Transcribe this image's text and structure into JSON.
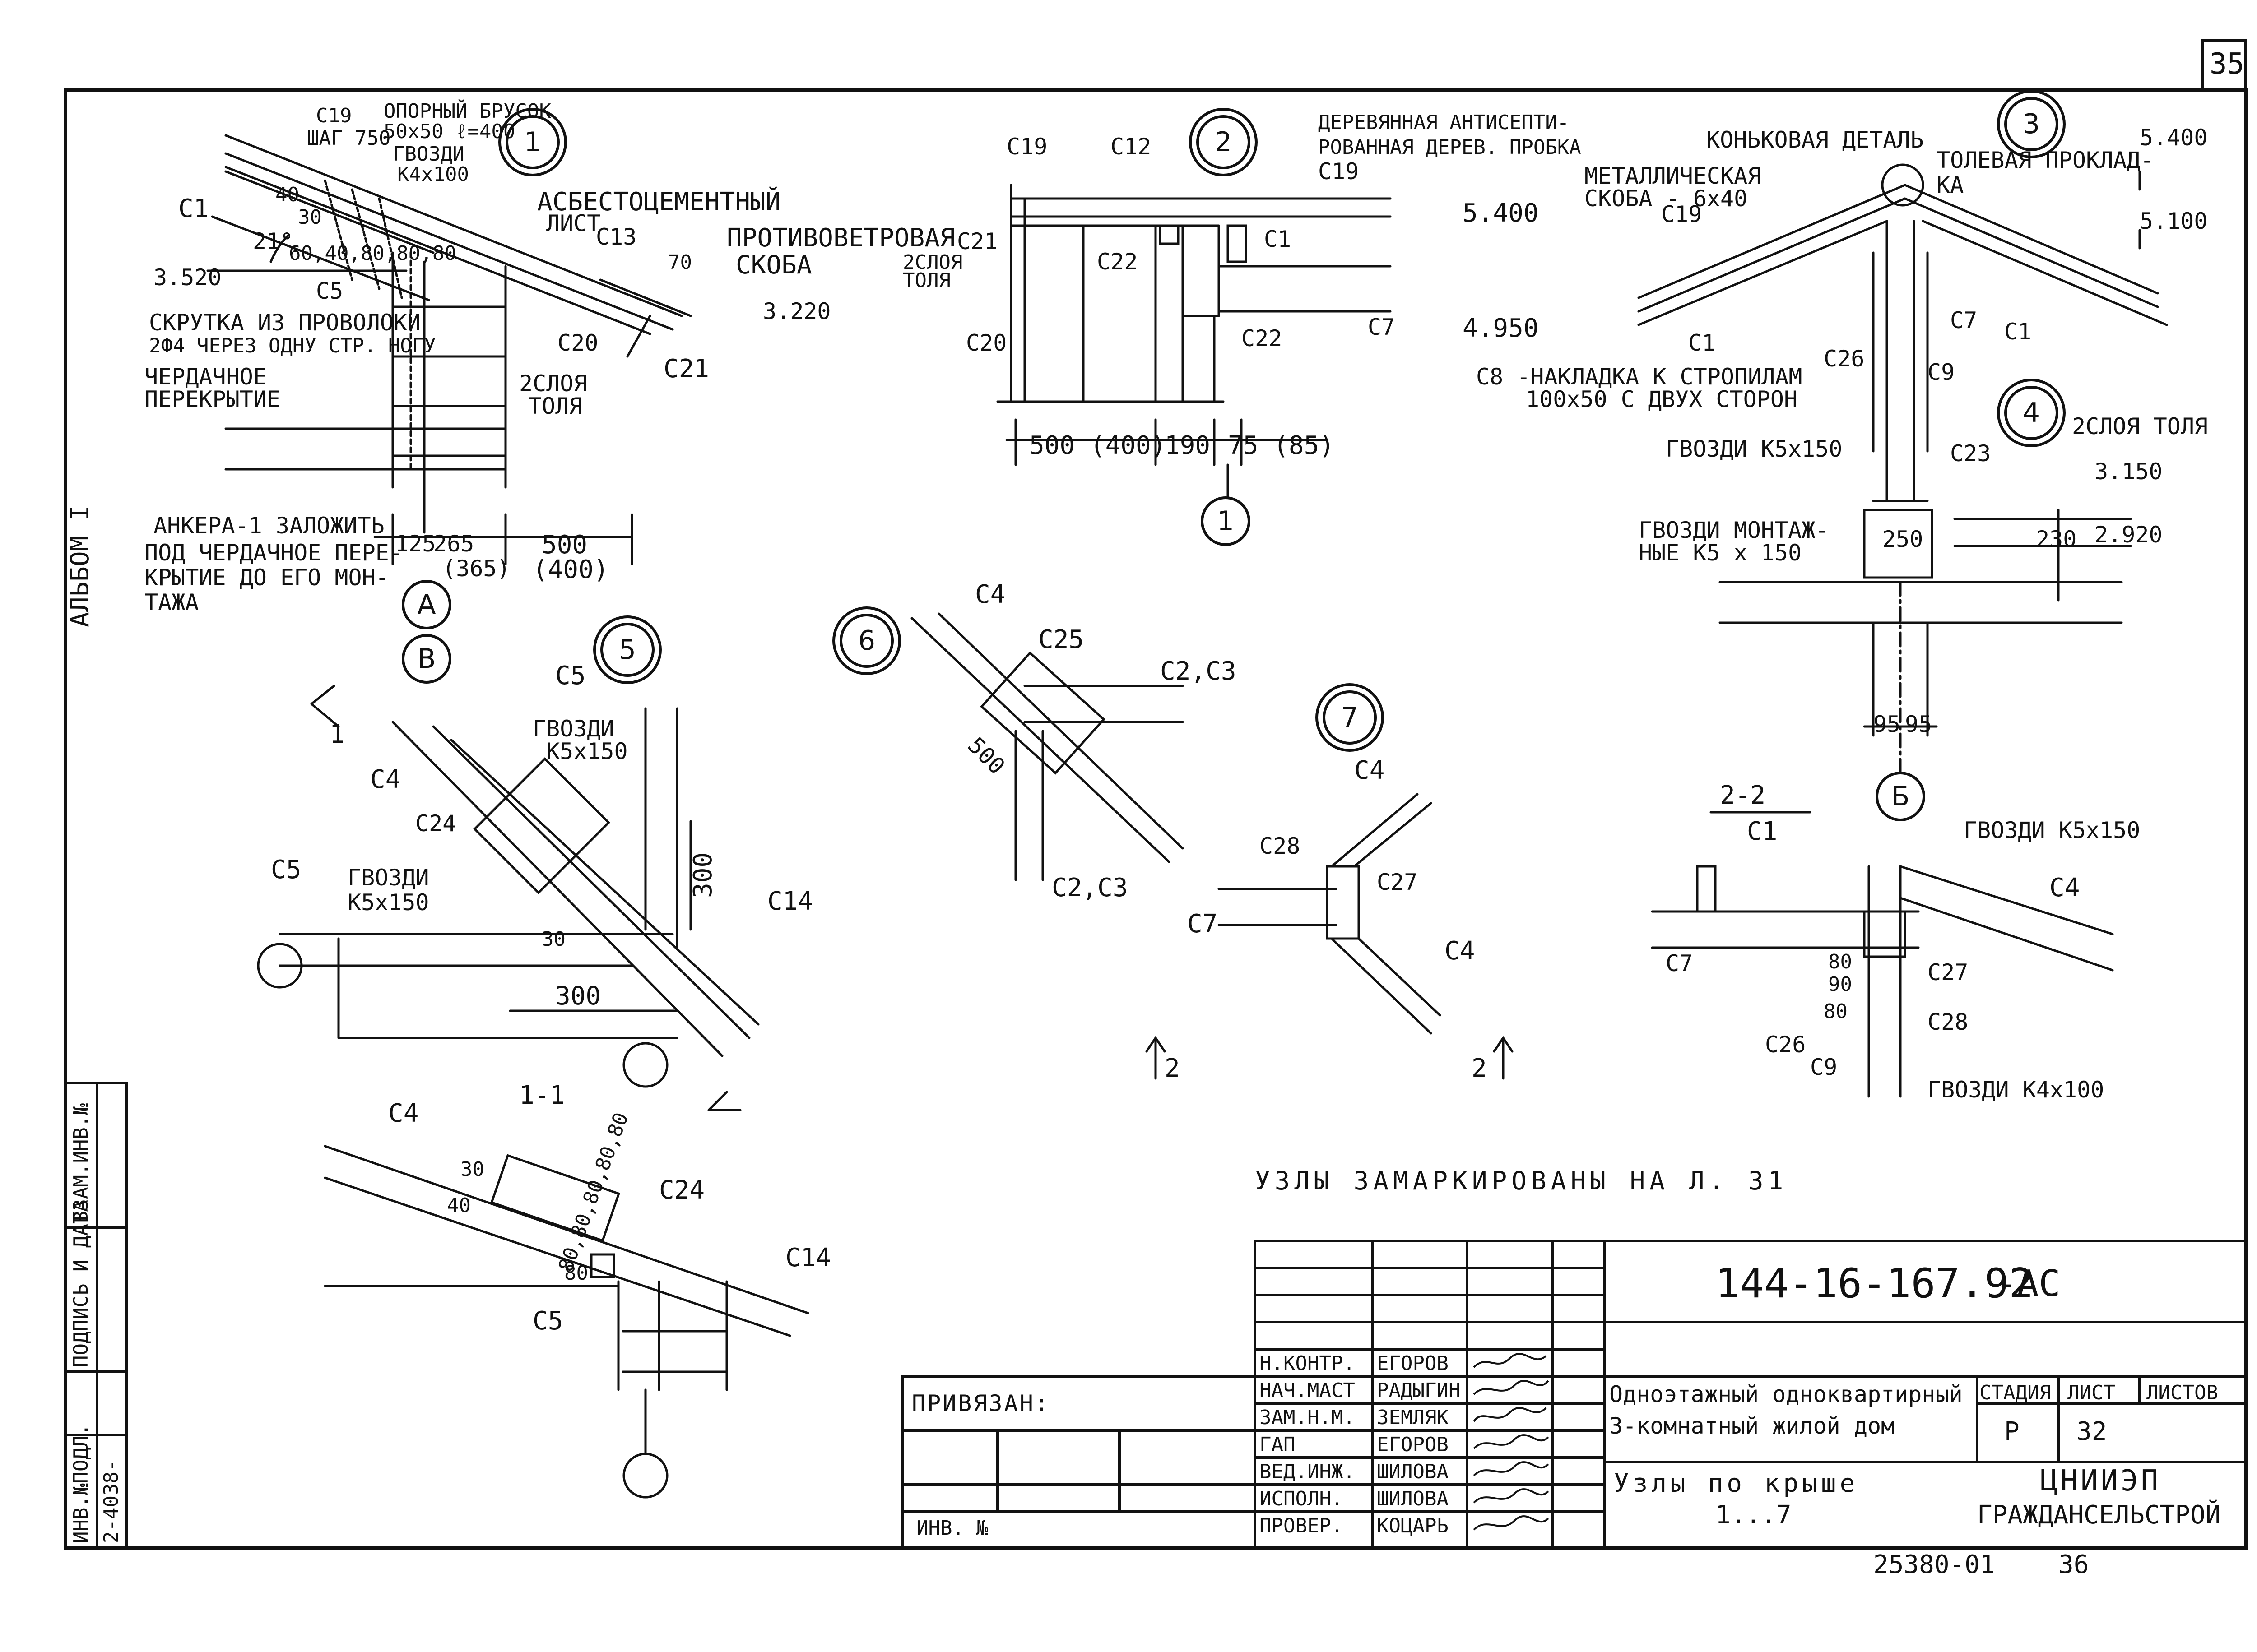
{
  "sheet": {
    "page_number": "35",
    "album_label": "АЛЬБОМ I",
    "note_nodes": "УЗЛЫ ЗАМАРКИРОВАНЫ НА Л. 31",
    "bottom_code": "25380-01",
    "bottom_page": "36"
  },
  "node_markers": [
    "1",
    "2",
    "3",
    "4",
    "5",
    "6",
    "7",
    "1"
  ],
  "axis_markers": [
    "А",
    "В",
    "Б"
  ],
  "node1": {
    "c19": "С19",
    "step": "ШАГ 750",
    "support_beam_1": "ОПОРНЫЙ БРУСОК",
    "support_beam_2": "50х50 ℓ=400",
    "nails_1": "ГВОЗДИ",
    "nails_2": "К4х100",
    "c1": "С1",
    "angle": "21°",
    "dims_small": "60,40,80,80,80",
    "dim_40": "40",
    "dim_30": "30",
    "mark_3520": "3.520",
    "c5": "С5",
    "asb_1": "АСБЕСТОЦЕМЕНТНЫЙ",
    "asb_2": "ЛИСТ",
    "c13": "С13",
    "wind_1": "ПРОТИВОВЕТРОВАЯ",
    "wind_2": "СКОБА",
    "dim_70": "70",
    "mark_3220": "3.220",
    "twist_1": "СКРУТКА ИЗ ПРОВОЛОКИ",
    "twist_2": "2Ф4 ЧЕРЕЗ ОДНУ СТР. НОГУ",
    "attic_1": "ЧЕРДАЧНОЕ",
    "attic_2": "ПЕРЕКРЫТИЕ",
    "c20": "С20",
    "c21": "С21",
    "tar_1": "2СЛОЯ",
    "tar_2": "ТОЛЯ",
    "anchor_1": "АНКЕРА-1 ЗАЛОЖИТЬ",
    "anchor_2": "ПОД ЧЕРДАЧНОЕ ПЕРЕ-",
    "anchor_3": "КРЫТИЕ ДО ЕГО МОН-",
    "anchor_4": "ТАЖА",
    "dim_125": "125",
    "dim_265": "265",
    "dim_365": "(365)",
    "dim_500": "500",
    "dim_400": "(400)"
  },
  "node2": {
    "c19a": "С19",
    "c12": "С12",
    "c19b": "С19",
    "plug_1": "ДЕРЕВЯННАЯ АНТИСЕПТИ-",
    "plug_2": "РОВАННАЯ ДЕРЕВ. ПРОБКА",
    "c21": "С21",
    "tar_1": "2СЛОЯ",
    "tar_2": "ТОЛЯ",
    "c22a": "С22",
    "c1": "С1",
    "mark_5400": "5.400",
    "c7": "С7",
    "mark_4950": "4.950",
    "c20": "С20",
    "c22b": "С22",
    "dim_500": "500 (400)",
    "dim_190": "190",
    "dim_75": "75 (85)"
  },
  "node3": {
    "ridge": "КОНЬКОВАЯ ДЕТАЛЬ",
    "metal_1": "МЕТАЛЛИЧЕСКАЯ",
    "metal_2": "СКОБА - 6х40",
    "tar_1": "ТОЛЕВАЯ ПРОКЛАД-",
    "tar_2": "КА",
    "mark_5400": "5.400",
    "mark_5100": "5.100",
    "c19": "С19",
    "c7": "С7",
    "c1a": "С1",
    "c1b": "С1",
    "c26": "С26",
    "c9": "С9",
    "c8_1": "С8 -НАКЛАДКА К СТРОПИЛАМ",
    "c8_2": "100х50 С ДВУХ СТОРОН"
  },
  "node4": {
    "nails": "ГВОЗДИ К5х150",
    "tar": "2СЛОЯ ТОЛЯ",
    "c23": "С23",
    "mark_3150": "3.150",
    "mount_1": "ГВОЗДИ МОНТАЖ-",
    "mount_2": "НЫЕ К5 х 150",
    "dim_250": "250",
    "dim_230": "230",
    "mark_2920": "2.920",
    "dim_95a": "95",
    "dim_95b": "95"
  },
  "node5": {
    "c5a": "С5",
    "c4": "С4",
    "nails_1a": "ГВОЗДИ",
    "nails_1b": "К5х150",
    "c24": "С24",
    "c5b": "С5",
    "nails_2a": "ГВОЗДИ",
    "nails_2b": "К5х150",
    "dim_30": "30",
    "dim_300a": "300",
    "dim_300b": "300",
    "c14": "С14",
    "cut": "1"
  },
  "node6": {
    "c4": "С4",
    "c25": "С25",
    "c23": "С2,С3",
    "dim_500": "500",
    "c23b": "С2,С3"
  },
  "node7": {
    "c4a": "С4",
    "c28": "С28",
    "c27": "С27",
    "c7": "С7",
    "c4b": "С4",
    "cut_a": "2",
    "cut_b": "2"
  },
  "section22": {
    "title": "2-2",
    "c1": "С1",
    "nails_a": "ГВОЗДИ К5х150",
    "c4": "С4",
    "c7": "С7",
    "d80a": "80",
    "d90": "90",
    "d80b": "80",
    "c27": "С27",
    "c28": "С28",
    "c26": "С26",
    "c9": "С9",
    "nails_b": "ГВОЗДИ К4х100"
  },
  "section11": {
    "title": "1-1",
    "c4": "С4",
    "dims": "80,80,80,80,80",
    "d30": "30",
    "d40": "40",
    "d80": "80",
    "c24": "С24",
    "c14": "С14",
    "c5": "С5"
  },
  "side_stamp": {
    "col1": "ИНВ.№ПОДЛ.",
    "col2": "ПОДПИСЬ И ДАТА",
    "col3": "ВЗАМ.ИНВ.№",
    "inv_value": "2-4038-"
  },
  "title_block": {
    "bound": "ПРИВЯЗАН:",
    "inv": "ИНВ. №",
    "doc_code": "144-16-167.92",
    "doc_suffix": "-АС",
    "project_1": "Одноэтажный одноквартирный",
    "project_2": "3-комнатный жилой дом",
    "sheet_title_1": "Узлы по крыше",
    "sheet_title_2": "1...7",
    "stage_label": "СТАДИЯ",
    "sheet_label": "ЛИСТ",
    "sheets_label": "ЛИСТОВ",
    "stage_value": "Р",
    "sheet_value": "32",
    "org_1": "ЦНИИЭП",
    "org_2": "ГРАЖДАНСЕЛЬСТРОЙ",
    "staff": [
      {
        "role": "Н.КОНТР.",
        "name": "ЕГОРОВ"
      },
      {
        "role": "НАЧ.МАСТ",
        "name": "РАДЫГИН"
      },
      {
        "role": "ЗАМ.Н.М.",
        "name": "ЗЕМЛЯК"
      },
      {
        "role": "ГАП",
        "name": "ЕГОРОВ"
      },
      {
        "role": "ВЕД.ИНЖ.",
        "name": "ШИЛОВА"
      },
      {
        "role": "ИСПОЛН.",
        "name": "ШИЛОВА"
      },
      {
        "role": "ПРОВЕР.",
        "name": "КОЦАРЬ"
      }
    ]
  }
}
